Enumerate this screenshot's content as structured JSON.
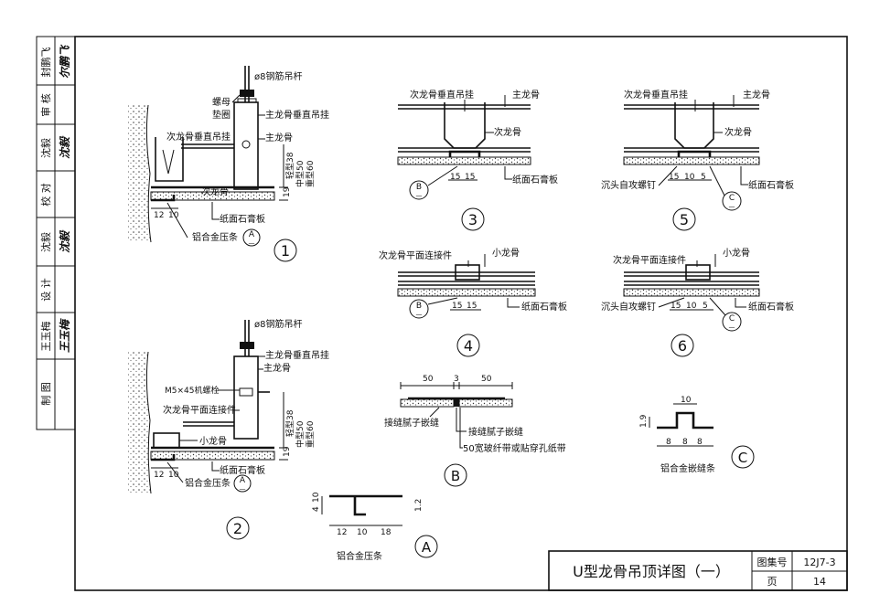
{
  "sidebar": {
    "rows": [
      {
        "label": "封鹏飞",
        "sign": "尔鹏飞"
      },
      {
        "label": "审 核",
        "sign": ""
      },
      {
        "label": "沈毅",
        "sign": "沈毅"
      },
      {
        "label": "校 对",
        "sign": ""
      },
      {
        "label": "沈毅",
        "sign": "沈毅"
      },
      {
        "label": "设 计",
        "sign": ""
      },
      {
        "label": "王玉梅",
        "sign": "王玉梅"
      },
      {
        "label": "制 图",
        "sign": ""
      }
    ]
  },
  "title_block": {
    "title": "U型龙骨吊顶详图（一）",
    "atlas_label": "图集号",
    "atlas_no": "12J7-3",
    "page_label": "页",
    "page_no": "14"
  },
  "labels": {
    "rod": "ø8钢筋吊杆",
    "nut": "螺母",
    "washer": "垫圈",
    "main_hanger": "主龙骨垂直吊挂",
    "main_keel": "主龙骨",
    "sec_hanger": "次龙骨垂直吊挂",
    "sec_keel": "次龙骨",
    "small_keel": "小龙骨",
    "board": "纸面石膏板",
    "alu_strip": "铝合金压条",
    "alu_seam": "铝合金嵌缝条",
    "sec_plane_conn": "次龙骨平面连接件",
    "bolt": "M5×45机螺栓",
    "screw": "沉头自攻螺钉",
    "putty1": "接缝腻子嵌缝",
    "putty2": "接缝腻子嵌缝",
    "tape": "50宽玻纤带或贴穿孔纸带",
    "light": "轻型38",
    "mid": "中型50",
    "heavy": "重型60",
    "ref_A": "A",
    "ref_B": "B",
    "ref_C": "C",
    "ref_A_sub": "—",
    "ref_B_sub": "—",
    "ref_C_sub": "—"
  },
  "dimensions": {
    "d19": "19",
    "d12": "12",
    "d10": "10",
    "d15": "15",
    "d5": "5",
    "d50": "50",
    "d3": "3",
    "d18": "18",
    "d8": "8",
    "d4": "4",
    "d1_9": "1.9",
    "d1_2": "1.2"
  },
  "detail_numbers": {
    "n1": "1",
    "n2": "2",
    "n3": "3",
    "n4": "4",
    "n5": "5",
    "n6": "6",
    "nA": "A",
    "nB": "B",
    "nC": "C"
  }
}
